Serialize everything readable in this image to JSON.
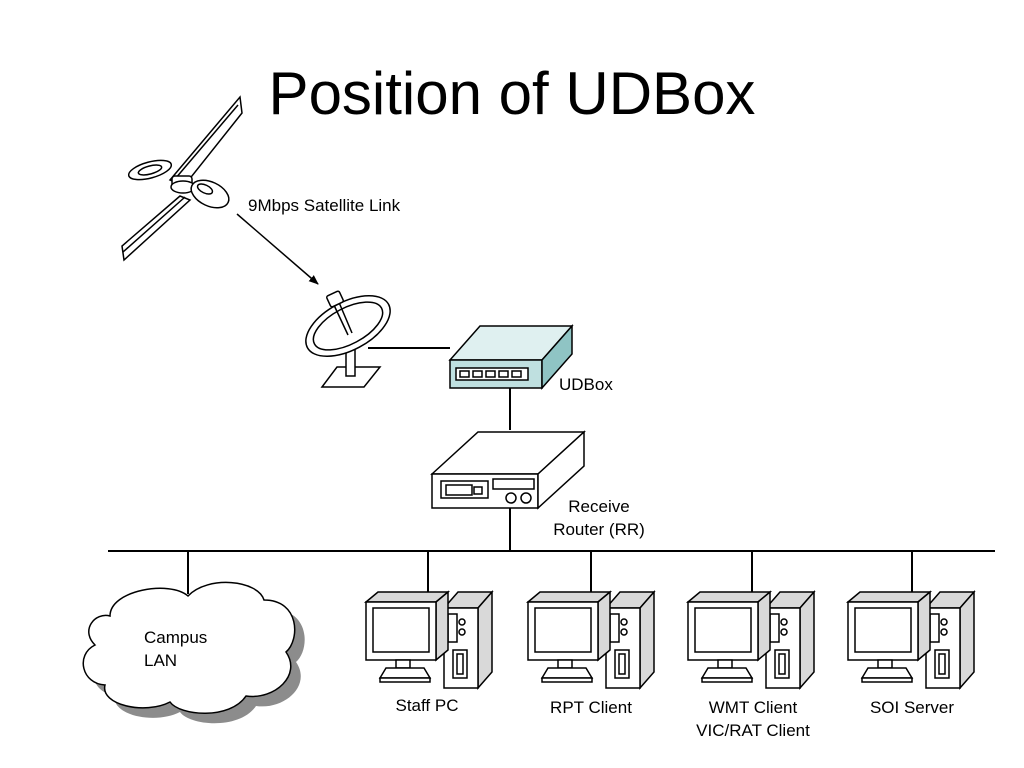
{
  "slide": {
    "title": "Position of UDBox"
  },
  "links": {
    "satellite_link": "9Mbps Satellite Link"
  },
  "devices": {
    "udbox": "UDBox",
    "router_line1": "Receive",
    "router_line2": "Router (RR)",
    "campus_line1": "Campus",
    "campus_line2": "LAN"
  },
  "computers": [
    {
      "line1": "Staff PC",
      "line2": ""
    },
    {
      "line1": "RPT Client",
      "line2": ""
    },
    {
      "line1": "WMT Client",
      "line2": "VIC/RAT Client"
    },
    {
      "line1": "SOI Server",
      "line2": ""
    }
  ],
  "colors": {
    "udbox_top": "#dff0f0",
    "udbox_front": "#bfe0e0",
    "udbox_side": "#8fc4c4",
    "computer_shade": "#d9d9d9",
    "cloud_shadow": "#8c8c8c"
  }
}
